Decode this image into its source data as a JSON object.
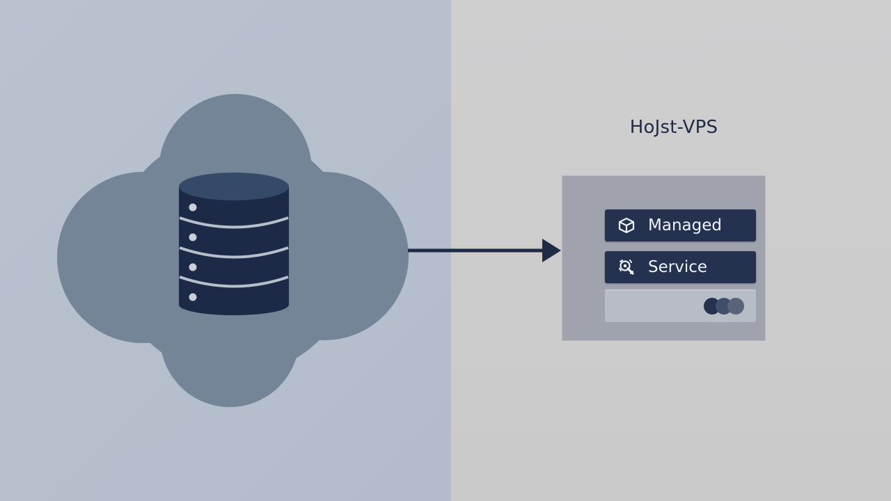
{
  "brand": {
    "title": "HoJst-VPS"
  },
  "panel": {
    "buttons": [
      {
        "label": "Managed",
        "icon": "cube-icon"
      },
      {
        "label": "Service",
        "icon": "wrench-gear-icon"
      }
    ],
    "toggle": {
      "icon": "overlapping-dots-icon"
    }
  },
  "diagram": {
    "source": {
      "icon": "database-icon",
      "container": "cloud-shape"
    },
    "connector": {
      "icon": "arrow-right-icon"
    }
  },
  "colors": {
    "left_background": "#b7c0cd",
    "right_background": "#cccccc",
    "cloud": "#748597",
    "navy": "#25324f",
    "panel": "#a0a3ae"
  }
}
